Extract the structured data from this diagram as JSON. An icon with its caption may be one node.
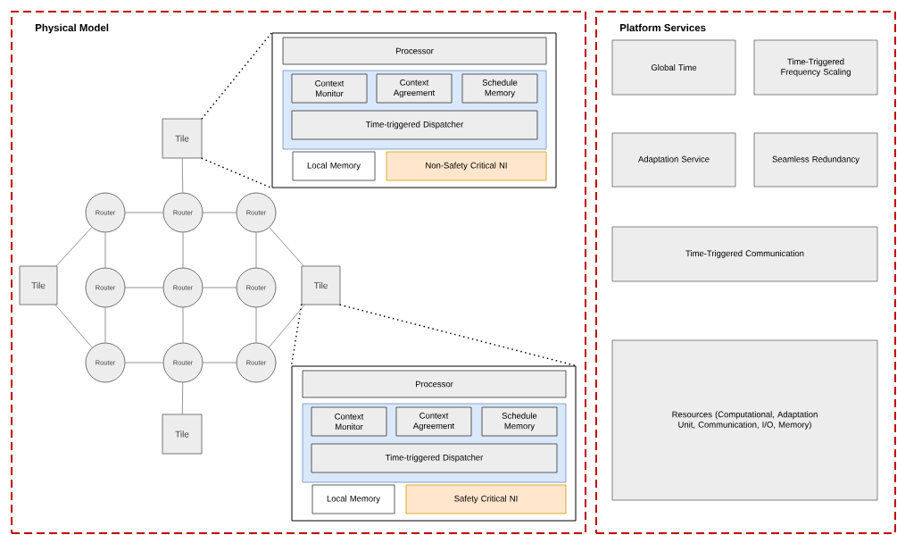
{
  "diagram": {
    "nodes": [
      {
        "text": [
          "Physical Model"
        ]
      },
      {
        "text": [],
        "shape": "box",
        "in": 0
      },
      {
        "text": [
          "Processor"
        ],
        "in": 1
      },
      {
        "text": [],
        "shape": "box",
        "in": 1
      },
      {
        "text": [
          "Context Monitor"
        ],
        "in": 3
      },
      {
        "text": [
          "Context Agreement"
        ],
        "in": 3
      },
      {
        "text": [
          "Schedule Memory"
        ],
        "in": 3
      },
      {
        "text": [
          "Time-triggered Dispatcher"
        ],
        "in": 3
      },
      {
        "text": [
          "Local Memory"
        ],
        "in": 1
      },
      {
        "text": [
          "Non-Safety Critical NI"
        ],
        "in": 1
      },
      {
        "text": [
          "Tile"
        ],
        "in": 0
      },
      {
        "text": [
          "Router"
        ],
        "in": 0
      },
      {
        "text": [
          "Router"
        ],
        "in": 0
      },
      {
        "text": [
          "Router"
        ],
        "in": 0
      },
      {
        "text": [
          "Tile"
        ],
        "in": 0
      },
      {
        "text": [
          "Router"
        ],
        "in": 0
      },
      {
        "text": [
          "Router"
        ],
        "in": 0
      },
      {
        "text": [
          "Router"
        ],
        "in": 0
      },
      {
        "text": [
          "Tile"
        ],
        "in": 0
      },
      {
        "text": [
          "Router"
        ],
        "in": 0
      },
      {
        "text": [
          "Router"
        ],
        "in": 0
      },
      {
        "text": [
          "Router"
        ],
        "in": 0
      },
      {
        "text": [],
        "shape": "box",
        "in": 0
      },
      {
        "text": [
          "Processor"
        ],
        "in": 22
      },
      {
        "text": [],
        "shape": "box",
        "in": 22
      },
      {
        "text": [
          "Context Monitor"
        ],
        "in": 24
      },
      {
        "text": [
          "Context Agreement"
        ],
        "in": 24
      },
      {
        "text": [
          "Schedule Memory"
        ],
        "in": 24
      },
      {
        "text": [
          "Time-triggered Dispatcher"
        ],
        "in": 24
      },
      {
        "text": [
          "Local Memory"
        ],
        "in": 22
      },
      {
        "text": [
          "Safety Critical NI"
        ],
        "in": 22
      },
      {
        "text": [
          "Tile"
        ],
        "in": 0
      },
      {
        "text": [
          "Platform Services"
        ]
      },
      {
        "text": [
          "Global Time"
        ],
        "in": 32
      },
      {
        "text": [
          "Time-Triggered Frequency Scaling"
        ],
        "in": 32
      },
      {
        "text": [
          "Adaptation Service"
        ],
        "in": 32
      },
      {
        "text": [
          "Seamless Redundancy"
        ],
        "in": 32
      },
      {
        "text": [
          "Time-Triggered Communication"
        ],
        "in": 32
      },
      {
        "text": [
          "Resources (Computational, Adaptation Unit, Communication, I/O, Memory)"
        ],
        "in": 32
      }
    ],
    "edges": [
      {
        "from": 10,
        "to": 12,
        "arrow": "none"
      },
      {
        "from": 14,
        "to": 11,
        "arrow": "none"
      },
      {
        "from": 14,
        "to": 19,
        "arrow": "none"
      },
      {
        "from": 11,
        "to": 12,
        "arrow": "none"
      },
      {
        "from": 12,
        "to": 13,
        "arrow": "none"
      },
      {
        "from": 15,
        "to": 16,
        "arrow": "none"
      },
      {
        "from": 16,
        "to": 17,
        "arrow": "none"
      },
      {
        "from": 19,
        "to": 20,
        "arrow": "none"
      },
      {
        "from": 20,
        "to": 21,
        "arrow": "none"
      },
      {
        "from": 11,
        "to": 15,
        "arrow": "none"
      },
      {
        "from": 15,
        "to": 19,
        "arrow": "none"
      },
      {
        "from": 12,
        "to": 16,
        "arrow": "none"
      },
      {
        "from": 16,
        "to": 20,
        "arrow": "none"
      },
      {
        "from": 13,
        "to": 17,
        "arrow": "none"
      },
      {
        "from": 17,
        "to": 21,
        "arrow": "none"
      },
      {
        "from": 18,
        "to": 13,
        "arrow": "none"
      },
      {
        "from": 18,
        "to": 21,
        "arrow": "none"
      },
      {
        "from": 20,
        "to": 31,
        "arrow": "none"
      },
      {
        "from": 10,
        "to": 1,
        "arrow": "none",
        "style": "dashed",
        "color": "#000000"
      },
      {
        "from": 10,
        "to": 1,
        "arrow": "none",
        "style": "dashed",
        "color": "#000000"
      },
      {
        "from": 18,
        "to": 22,
        "arrow": "none",
        "style": "dashed",
        "color": "#000000"
      },
      {
        "from": 18,
        "to": 22,
        "arrow": "none",
        "style": "dashed",
        "color": "#000000"
      }
    ]
  }
}
